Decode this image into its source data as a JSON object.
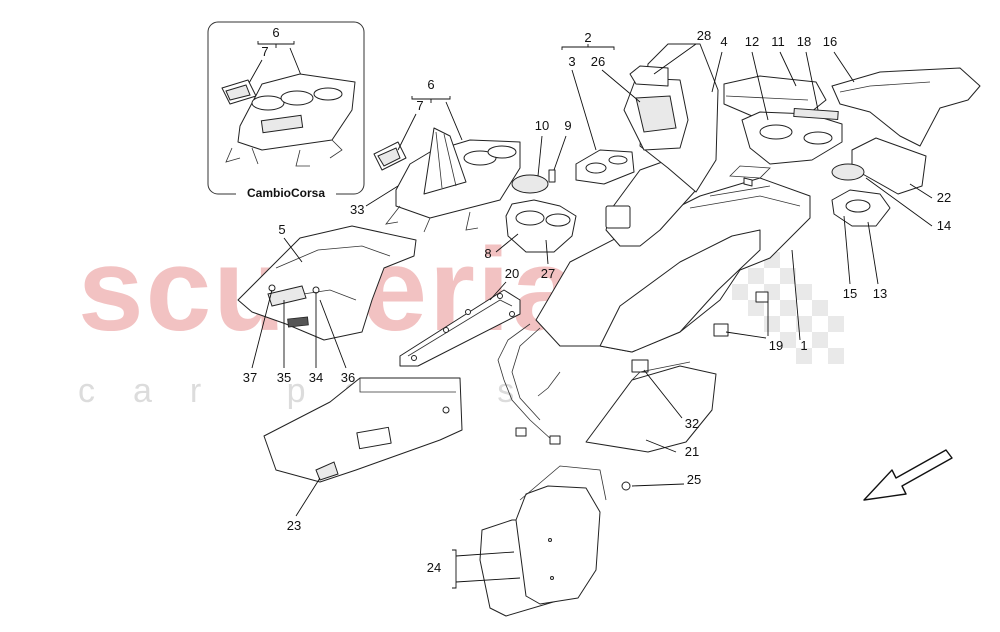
{
  "watermark": {
    "brand": "scuderia",
    "sub": "car parts",
    "brand_color": "#f2c2c2",
    "sub_color": "#dcdcdc"
  },
  "inset": {
    "caption": "CambioCorsa"
  },
  "callouts": {
    "c1": "1",
    "c2": "2",
    "c3": "3",
    "c4": "4",
    "c5": "5",
    "c6a": "6",
    "c6b": "6",
    "c7a": "7",
    "c7b": "7",
    "c8": "8",
    "c9": "9",
    "c10": "10",
    "c11": "11",
    "c12": "12",
    "c13": "13",
    "c14": "14",
    "c15": "15",
    "c16": "16",
    "c18": "18",
    "c19": "19",
    "c20": "20",
    "c21": "21",
    "c22": "22",
    "c23": "23",
    "c24": "24",
    "c25": "25",
    "c26": "26",
    "c27": "27",
    "c28": "28",
    "c32": "32",
    "c33": "33",
    "c34": "34",
    "c35": "35",
    "c36": "36",
    "c37": "37"
  },
  "direction_arrow": {
    "icon": "direction-arrow-icon"
  }
}
